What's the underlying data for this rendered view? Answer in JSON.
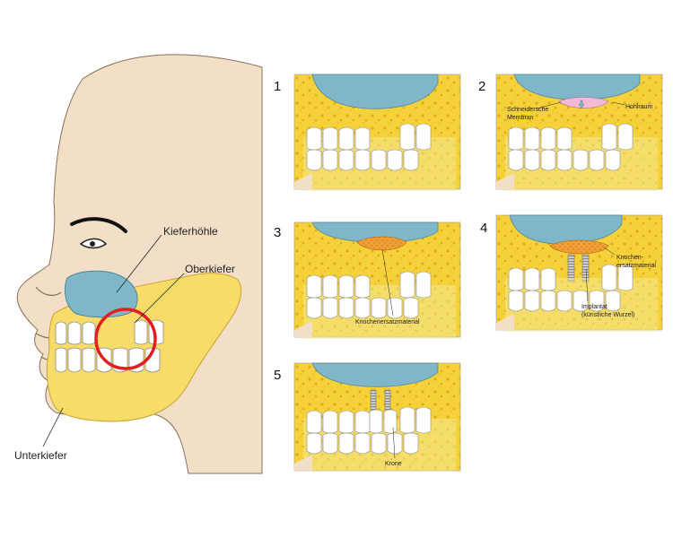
{
  "face": {
    "labels": {
      "sinus": "Kieferhöhle",
      "upper_jaw": "Oberkiefer",
      "lower_jaw": "Unterkiefer"
    }
  },
  "steps": [
    {
      "number": "1",
      "labels": []
    },
    {
      "number": "2",
      "labels": [
        "Schneidersche",
        "Membran",
        "Hohlraum"
      ]
    },
    {
      "number": "3",
      "labels": [
        "Knochenersatzmaterial"
      ]
    },
    {
      "number": "4",
      "labels": [
        "Knochen-",
        "ersatzmaterial",
        "Implantat",
        "(künstliche Wurzel)"
      ]
    },
    {
      "number": "5",
      "labels": [
        "Krone"
      ]
    }
  ],
  "colors": {
    "skin": "#f3dfc8",
    "bone": "#f6d23a",
    "sinus": "#7fb6c8",
    "graft": "#e8922a",
    "membrane": "#f3b9d6",
    "highlight": "#e02020"
  }
}
